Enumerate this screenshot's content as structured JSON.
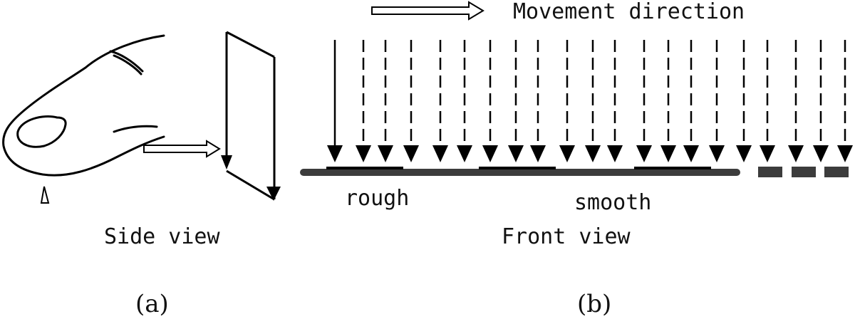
{
  "panel_a": {
    "caption": "Side view",
    "sub_label": "(a)"
  },
  "panel_b": {
    "movement_label": "Movement direction",
    "rough_label": "rough",
    "smooth_label": "smooth",
    "caption": "Front view",
    "sub_label": "(b)",
    "arrow_styles": [
      "solid",
      "dashed",
      "dashed",
      "dashed",
      "dashed",
      "dashed",
      "dashed",
      "dashed",
      "dashed",
      "dashed",
      "dashed",
      "dashed",
      "dashed",
      "dashed",
      "dashed",
      "dashed",
      "dashed",
      "dashed",
      "dashed",
      "dashed",
      "dashed",
      "dashed"
    ]
  },
  "colors": {
    "ink": "#000000",
    "surface": "#3c3c3c",
    "hollow_arrow_fill": "#ffffff"
  }
}
